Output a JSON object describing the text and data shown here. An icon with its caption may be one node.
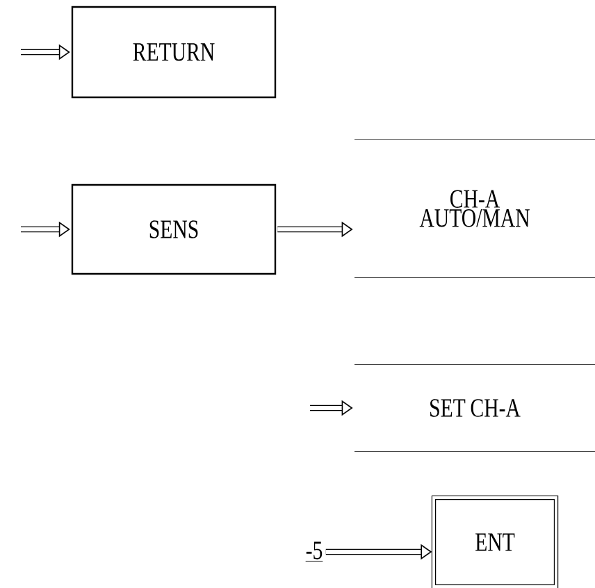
{
  "diagram": {
    "nodes": [
      {
        "text": [
          "RETURN"
        ]
      },
      {
        "text": [
          "SENS"
        ]
      },
      {
        "text": [
          "CH-A AUTO/MAN"
        ]
      },
      {
        "text": [
          "SET CH-A"
        ]
      },
      {
        "text": [
          "-5"
        ]
      },
      {
        "text": [
          "ENT"
        ]
      }
    ],
    "edges": [
      {
        "from": null,
        "to": 0,
        "arrow": "to"
      },
      {
        "from": null,
        "to": 1,
        "arrow": "to"
      },
      {
        "from": 1,
        "to": 2,
        "arrow": "to"
      },
      {
        "from": null,
        "to": 3,
        "arrow": "to"
      },
      {
        "from": 4,
        "to": 5,
        "arrow": "to"
      }
    ]
  }
}
